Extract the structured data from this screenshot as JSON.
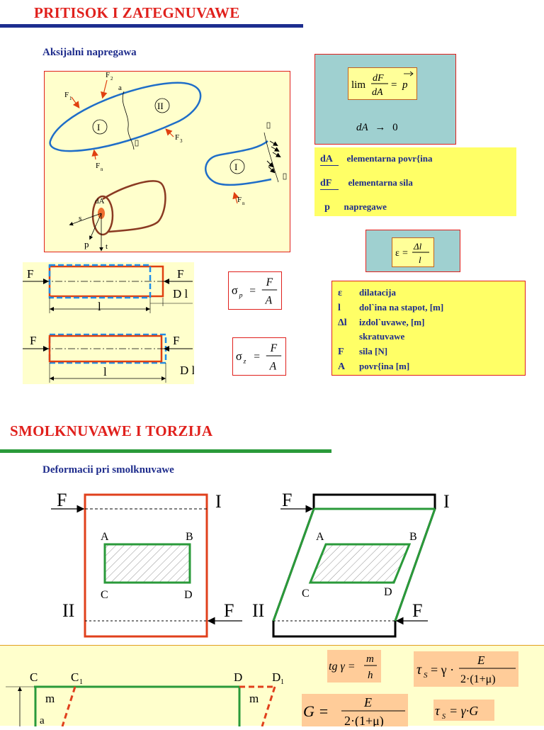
{
  "section1": {
    "title": "PRITISOK I ZATEGNUVAWE",
    "subtitle": "Aksijalni napregawa",
    "diagram_labels": {
      "F1": "F",
      "F1_sub": "1",
      "F2": "F",
      "F2_sub": "2",
      "F3": "F",
      "F3_sub": "3",
      "Fn": "F",
      "Fn_sub": "n",
      "a": "a",
      "I": "I",
      "II": "II",
      "dA": "dA",
      "s": "s",
      "p": "p",
      "t": "t"
    },
    "limit_box": {
      "lim": "lim",
      "dF": "dF",
      "dA": "dA",
      "eq": "=",
      "p": "p",
      "condition_dA": "dA",
      "condition_arrow": "→",
      "condition_zero": "0"
    },
    "legend1": [
      {
        "symbol": "dA",
        "description": "elementarna povr{ina"
      },
      {
        "symbol": "dF",
        "description": "elementarna sila"
      },
      {
        "symbol": "p",
        "description": "napregawe"
      }
    ],
    "strain_box": {
      "eps": "ε",
      "eq": "=",
      "num": "Δl",
      "den": "l"
    },
    "bar_labels": {
      "F_left": "F",
      "F_right": "F",
      "delta_l": "D l",
      "l": "l"
    },
    "sigma_p": {
      "sigma": "σ",
      "sub": "p",
      "eq": "=",
      "num": "F",
      "den": "A"
    },
    "sigma_z": {
      "sigma": "σ",
      "sub": "z",
      "eq": "=",
      "num": "F",
      "den": "A"
    },
    "legend2": [
      {
        "symbol": "ε",
        "description": "dilatacija"
      },
      {
        "symbol": "l",
        "description": "dol`ina na stapot, [m]"
      },
      {
        "symbol": "Δl",
        "description": "izdol`uvawe, [m]"
      },
      {
        "symbol": "",
        "description": "skratuvawe"
      },
      {
        "symbol": "F",
        "description": "sila [N]"
      },
      {
        "symbol": "A",
        "description": "povr{ina [m]"
      }
    ]
  },
  "section2": {
    "title": "SMOLKNUVAWE I TORZIJA",
    "subtitle": "Deformacii pri smolknuvawe",
    "shear_labels": {
      "F": "F",
      "I": "I",
      "II": "II",
      "A": "A",
      "B": "B",
      "C": "C",
      "D": "D"
    },
    "bottom_labels": {
      "C": "C",
      "C1": "C",
      "C1_sub": "1",
      "D": "D",
      "D1": "D",
      "D1_sub": "1",
      "m": "m",
      "a": "a"
    },
    "formulas": {
      "tg_gamma": {
        "lhs": "tg γ =",
        "num": "m",
        "den": "h"
      },
      "tau_s1": {
        "lhs": "τ",
        "sub": "S",
        "mid": "= γ ·",
        "num": "E",
        "den": "2·(1+μ)"
      },
      "G": {
        "lhs": "G =",
        "num": "E",
        "den": "2·(1+μ)"
      },
      "tau_s2": {
        "lhs": "τ",
        "sub": "S",
        "rhs": "= γ·G"
      }
    }
  },
  "colors": {
    "title_red": "#e0201c",
    "navy": "#1d2d8f",
    "green": "#2a9a3a",
    "cream": "#ffffcc",
    "yellow": "#ffff66",
    "teal": "#9fd0d0",
    "orange_formula_bg": "#ffcc99"
  }
}
